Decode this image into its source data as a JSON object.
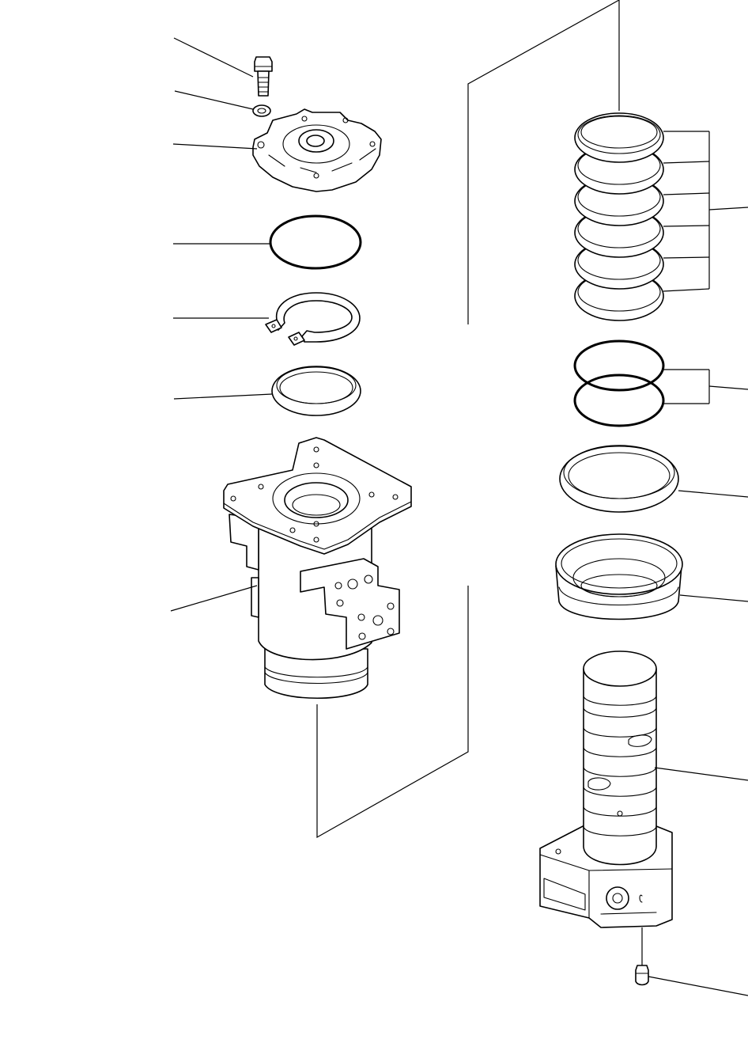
{
  "drawing": {
    "line_color": "#000000",
    "background_color": "#ffffff",
    "left_column_parts": [
      "bolt",
      "washer",
      "cover",
      "o-ring",
      "snap-ring",
      "ring",
      "housing"
    ],
    "right_column_parts": [
      "slipper-seals",
      "o-rings",
      "ring",
      "seal",
      "shaft",
      "plug"
    ]
  }
}
